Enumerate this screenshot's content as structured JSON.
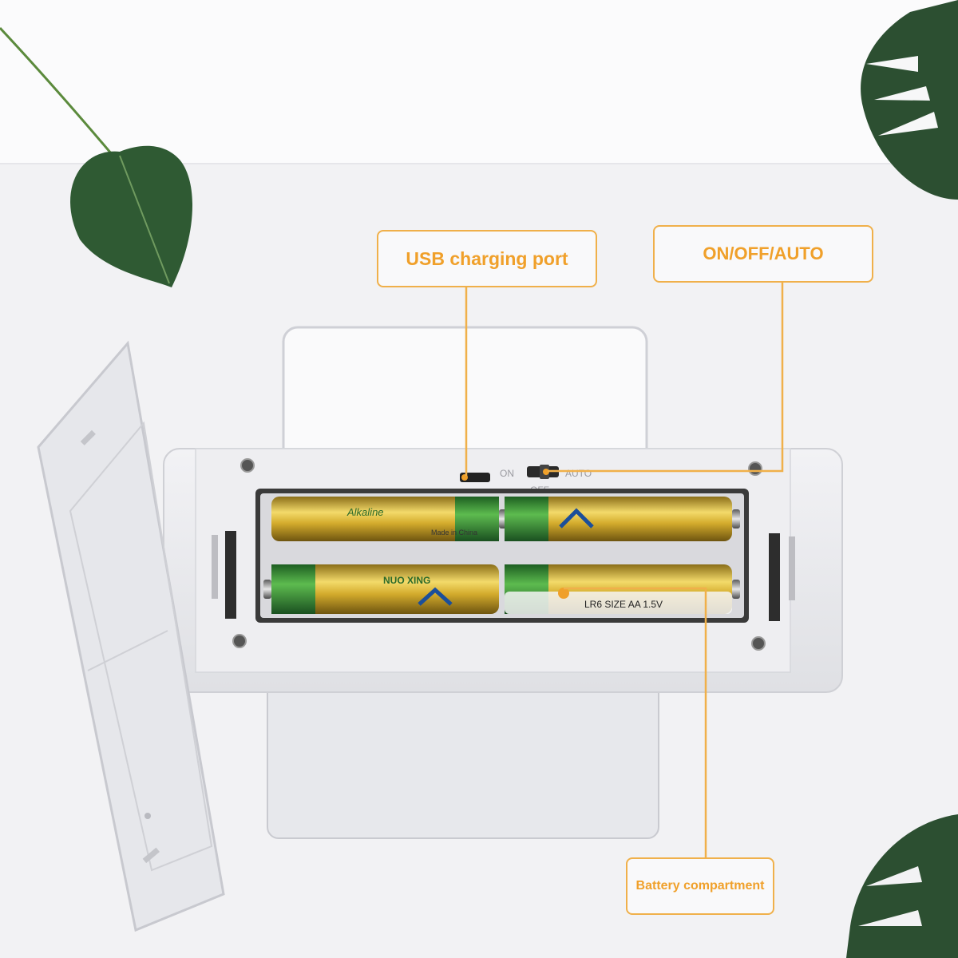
{
  "callouts": {
    "usb_port": "USB charging port",
    "power_switch": "ON/OFF/AUTO",
    "battery_compartment": "Battery compartment"
  },
  "device_markings": {
    "switch_on": "ON",
    "switch_off": "OFF",
    "switch_auto": "AUTO",
    "battery_brand": "Alkaline",
    "battery_maker": "NUO XING",
    "battery_size": "LR6 SIZE AA 1.5V",
    "battery_origin": "Made in China"
  },
  "colors": {
    "accent": "#f0b04a",
    "callout_text": "#f0a02a",
    "battery_gold": "#d6b23a",
    "battery_green": "#3f9a3a",
    "device_body": "#e9eaee",
    "leaf": "#2f5a33"
  }
}
